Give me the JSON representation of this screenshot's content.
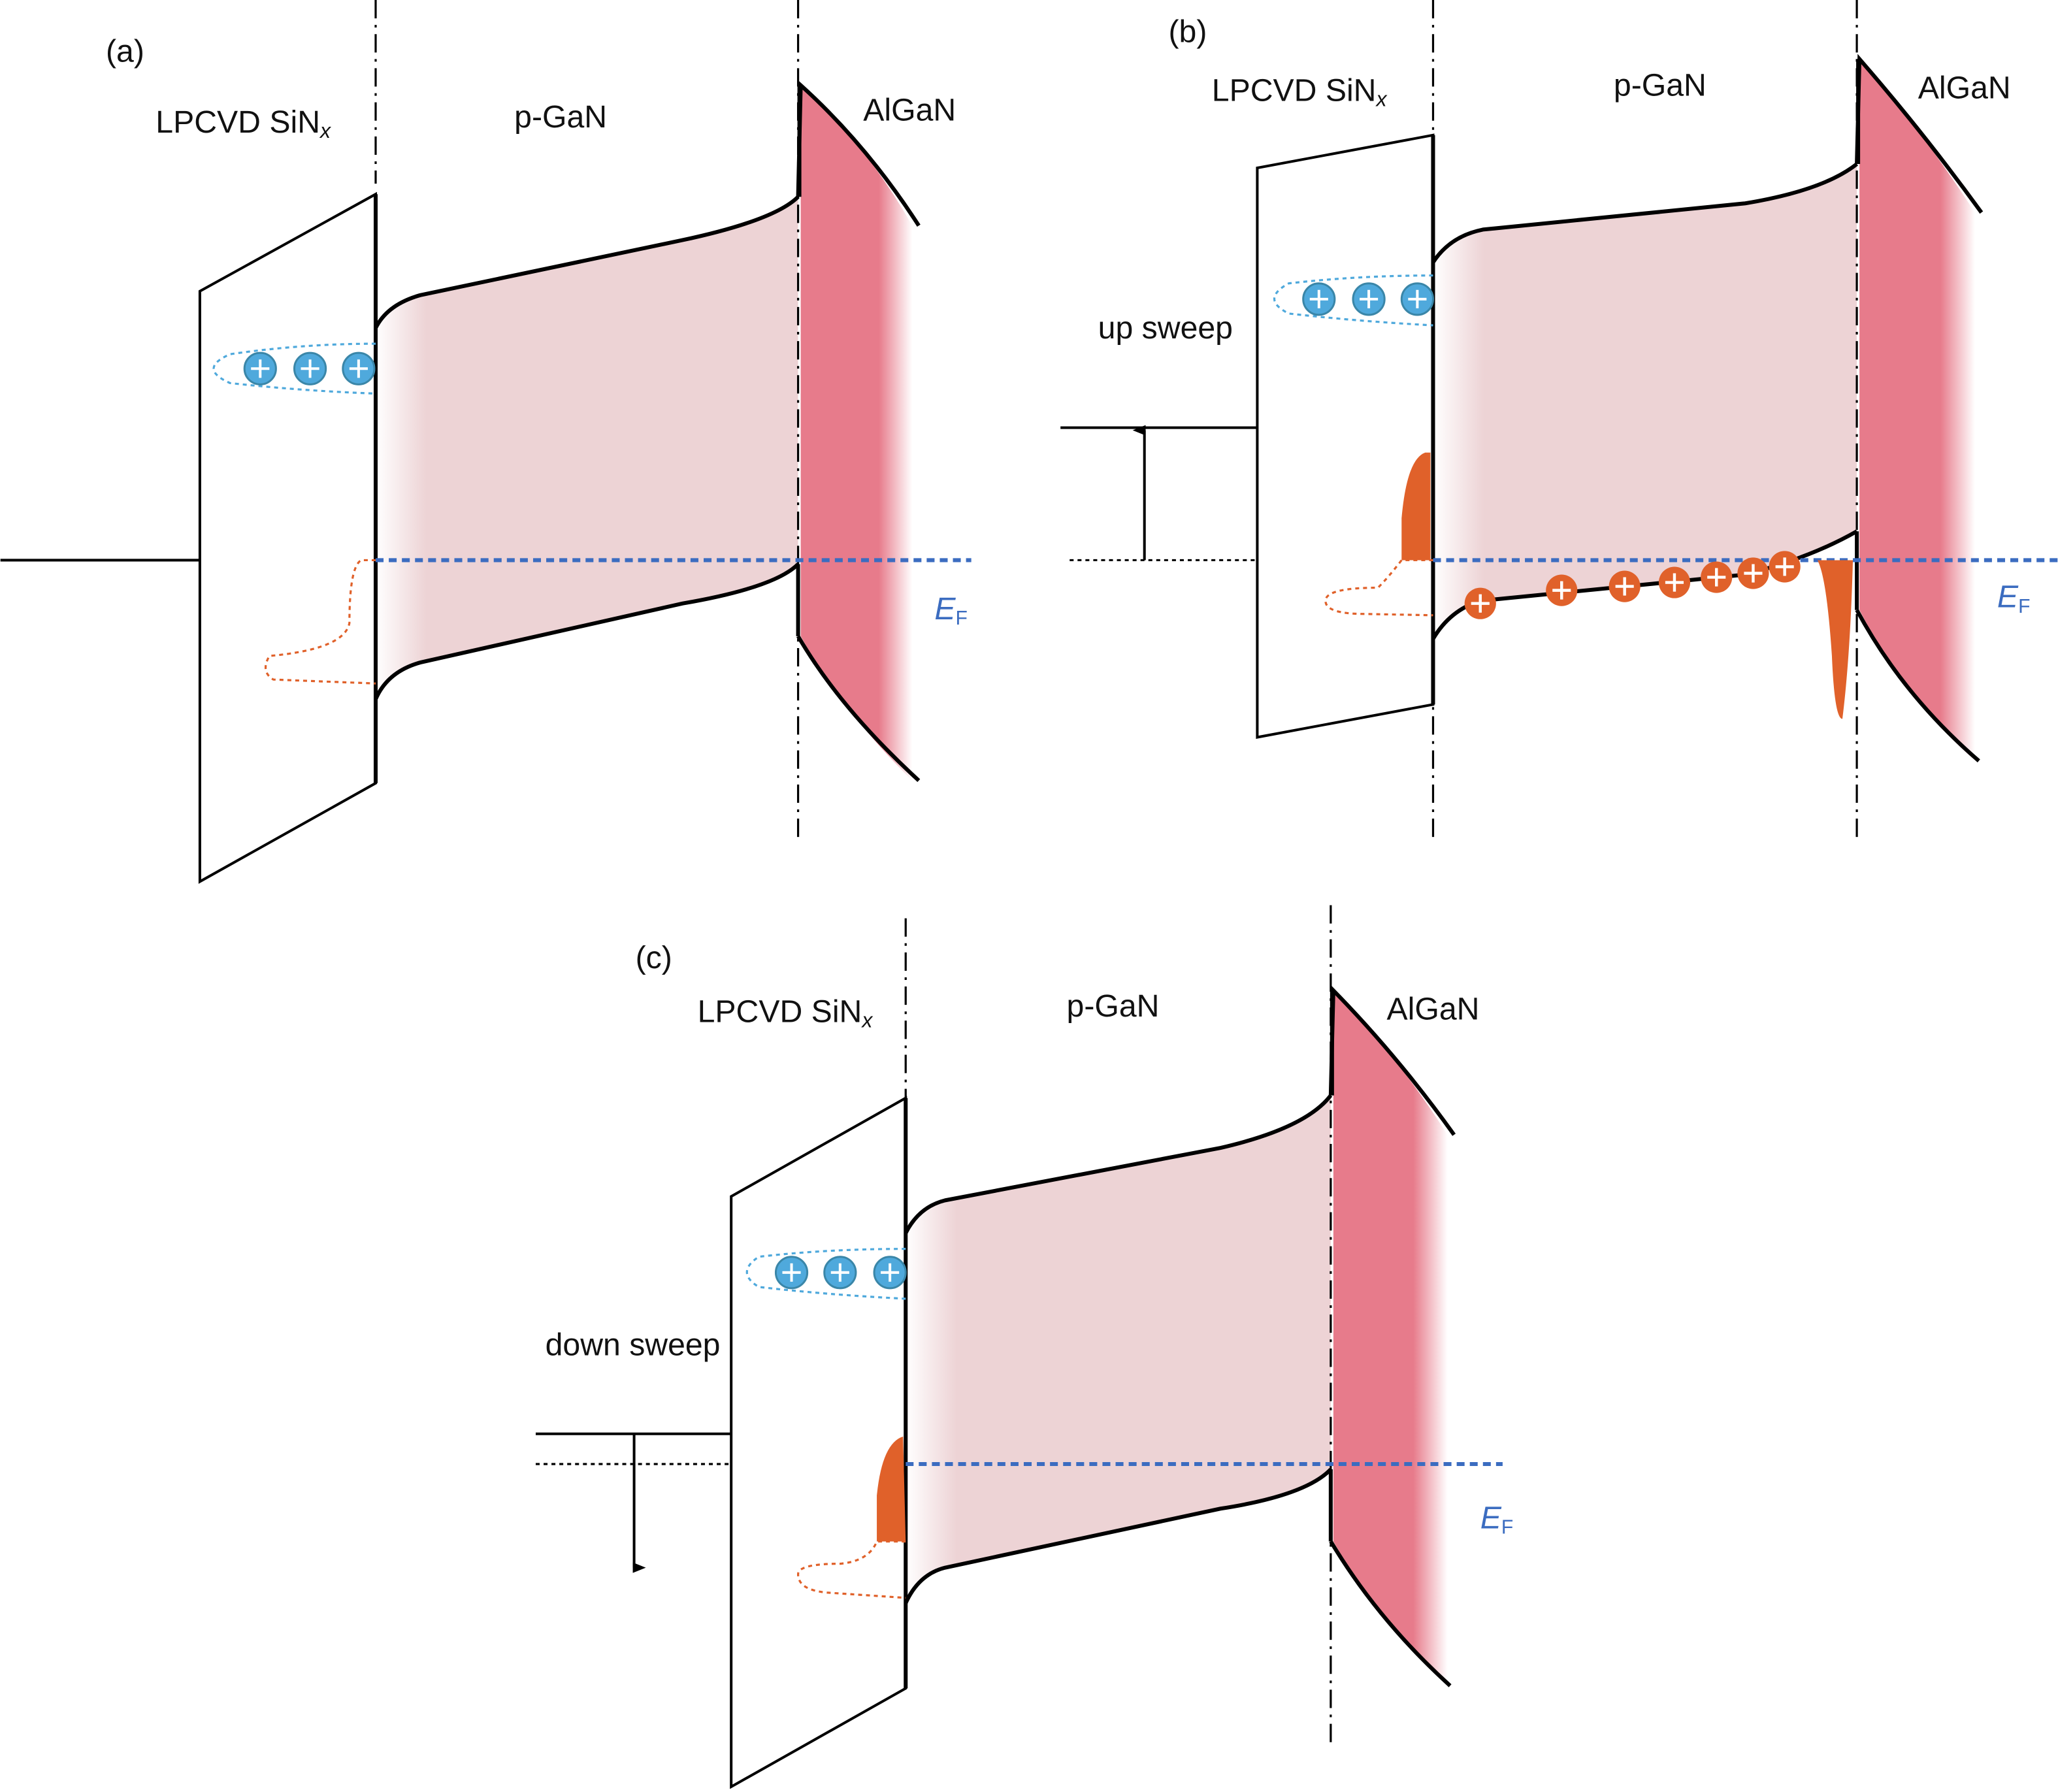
{
  "panels": [
    {
      "label": "(a)",
      "oxide": "LPCVD SiN",
      "oxide_sub": "x",
      "middle": "p-GaN",
      "right": "AlGaN",
      "ef": "E",
      "ef_sub": "F",
      "sweep": ""
    },
    {
      "label": "(b)",
      "oxide": "LPCVD SiN",
      "oxide_sub": "x",
      "middle": "p-GaN",
      "right": "AlGaN",
      "ef": "E",
      "ef_sub": "F",
      "sweep": "up sweep"
    },
    {
      "label": "(c)",
      "oxide": "LPCVD SiN",
      "oxide_sub": "x",
      "middle": "p-GaN",
      "right": "AlGaN",
      "ef": "E",
      "ef_sub": "F",
      "sweep": "down sweep"
    }
  ],
  "colors": {
    "pgan_fill": "#edd3d5",
    "algan_fill": "#e77b8b",
    "hole": "#e0612a",
    "trapped_charge": "#4fa9dc",
    "fermi": "#3b6cc0"
  }
}
